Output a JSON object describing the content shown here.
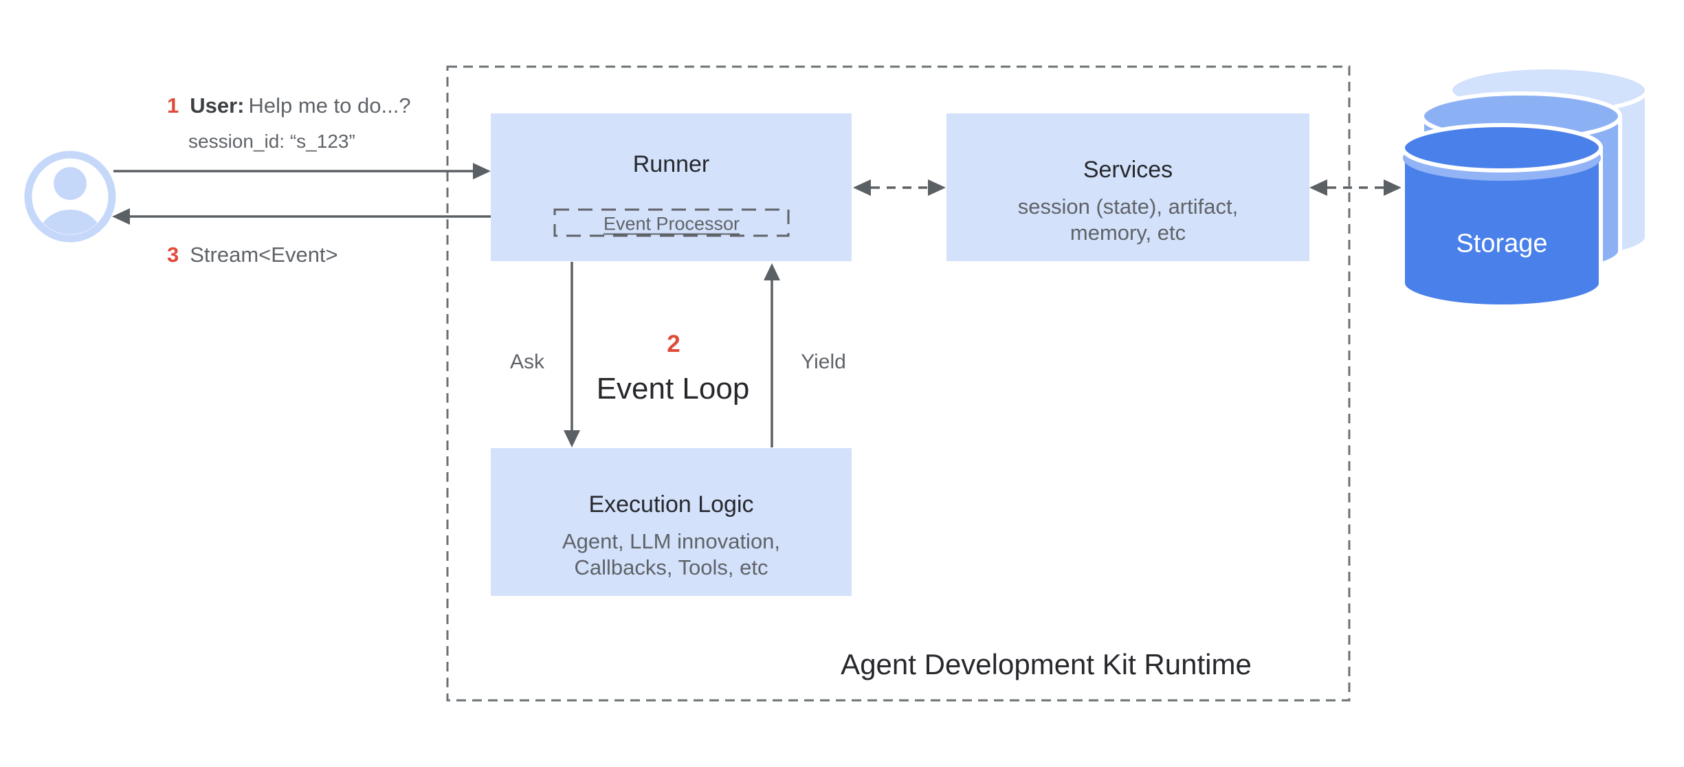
{
  "colors": {
    "box-fill": "#d3e1fb",
    "line": "#5b6065",
    "border-dash": "#6b7076",
    "title-text": "#26282c",
    "body-text": "#5f6368",
    "accent-red": "#e04b38",
    "storage-front": "#4a80ea",
    "storage-mid": "#8cb0f4",
    "storage-back": "#d2e1fc",
    "storage-lip": "#92b3f6",
    "avatar-blue": "#c6d8fa",
    "storage-text": "#ffffff"
  },
  "annotations": {
    "step1": {
      "number": "1",
      "speaker": "User:",
      "message": "Help me to do...?",
      "session": "session_id: “s_123”"
    },
    "step3": {
      "number": "3",
      "label": "Stream<Event>"
    },
    "event_loop": {
      "number": "2",
      "label": "Event Loop",
      "ask": "Ask",
      "yield": "Yield"
    }
  },
  "boxes": {
    "runner": {
      "title": "Runner",
      "event_processor": "Event Processor"
    },
    "services": {
      "title": "Services",
      "subtitle": "session (state), artifact,\nmemory, etc"
    },
    "execution": {
      "title": "Execution Logic",
      "subtitle": "Agent, LLM innovation,\nCallbacks, Tools, etc"
    }
  },
  "storage": {
    "label": "Storage"
  },
  "runtime_label": "Agent Development Kit Runtime"
}
